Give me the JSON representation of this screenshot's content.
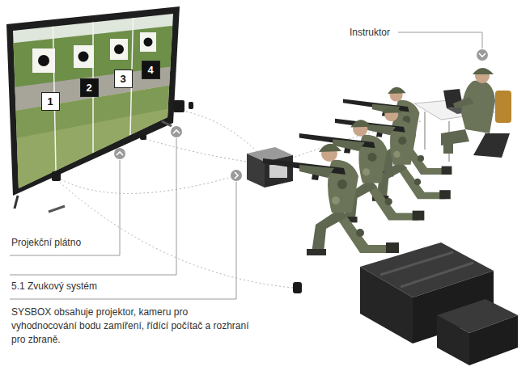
{
  "diagram": {
    "nodes": [
      {
        "text": [
          "1"
        ]
      },
      {
        "text": [
          "2"
        ]
      },
      {
        "text": [
          "3"
        ]
      },
      {
        "text": [
          "4"
        ]
      }
    ],
    "labels": [
      "Instruktor",
      "Projekční plátno",
      "5.1 Zvukový systém",
      "SYSBOX obsahuje projektor, kameru pro vyhodnocování bodu zamíření, řídící počítač a rozhraní pro zbraně."
    ]
  }
}
